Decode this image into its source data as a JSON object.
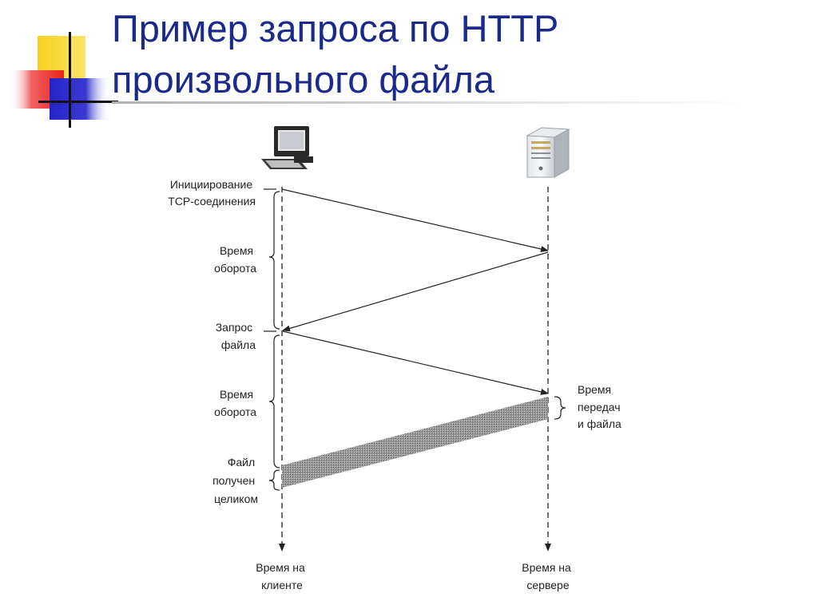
{
  "title": {
    "line1": "Пример запроса по HTTP",
    "line2": "произвольного файла"
  },
  "icons": {
    "client": "desktop-computer-icon",
    "server": "server-tower-icon"
  },
  "labels": {
    "tcp_init": [
      "Инициирование",
      "TCP-соединения"
    ],
    "rtt_1": [
      "Время",
      "оборота"
    ],
    "file_request": [
      "Запрос",
      "файла"
    ],
    "rtt_2": [
      "Время",
      "оборота"
    ],
    "file_received": [
      "Файл",
      "получен",
      "целиком"
    ],
    "transfer_time": [
      "Время",
      "передач",
      "и файла"
    ],
    "client_time": [
      "Время на",
      "клиенте"
    ],
    "server_time": [
      "Время на",
      "сервере"
    ]
  },
  "colors": {
    "title": "#1a2a8c",
    "line": "#222222",
    "transfer_fill": "#8a8a8a",
    "deco_yellow": "#f7d21c",
    "deco_red": "#e8241c",
    "deco_blue": "#2424c8"
  }
}
